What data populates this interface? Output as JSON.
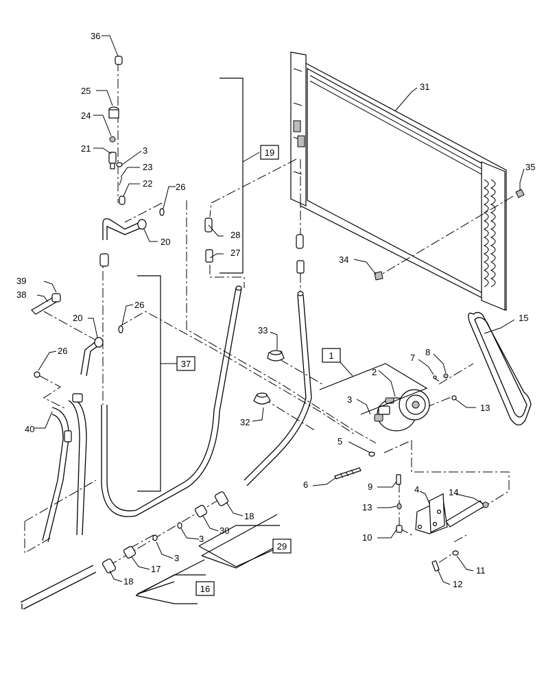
{
  "callouts": {
    "c36": "36",
    "c25": "25",
    "c24": "24",
    "c21": "21",
    "c3a": "3",
    "c23": "23",
    "c22": "22",
    "c26a": "26",
    "c20a": "20",
    "c39": "39",
    "c38": "38",
    "c20b": "20",
    "c26b": "26",
    "c26c": "26",
    "c40": "40",
    "c28": "28",
    "c27": "27",
    "c31": "31",
    "c35": "35",
    "c34": "34",
    "c33": "33",
    "c32": "32",
    "c15": "15",
    "c2": "2",
    "c7": "7",
    "c8": "8",
    "c3b": "3",
    "c13a": "13",
    "c5": "5",
    "c6": "6",
    "c9": "9",
    "c4": "4",
    "c14": "14",
    "c13b": "13",
    "c10": "10",
    "c11": "11",
    "c12": "12",
    "c18a": "18",
    "c30": "30",
    "c3c": "3",
    "c3d": "3",
    "c17": "17",
    "c18b": "18"
  },
  "boxed_labels": {
    "b19": "19",
    "b37": "37",
    "b1": "1",
    "b29": "29",
    "b16": "16"
  }
}
